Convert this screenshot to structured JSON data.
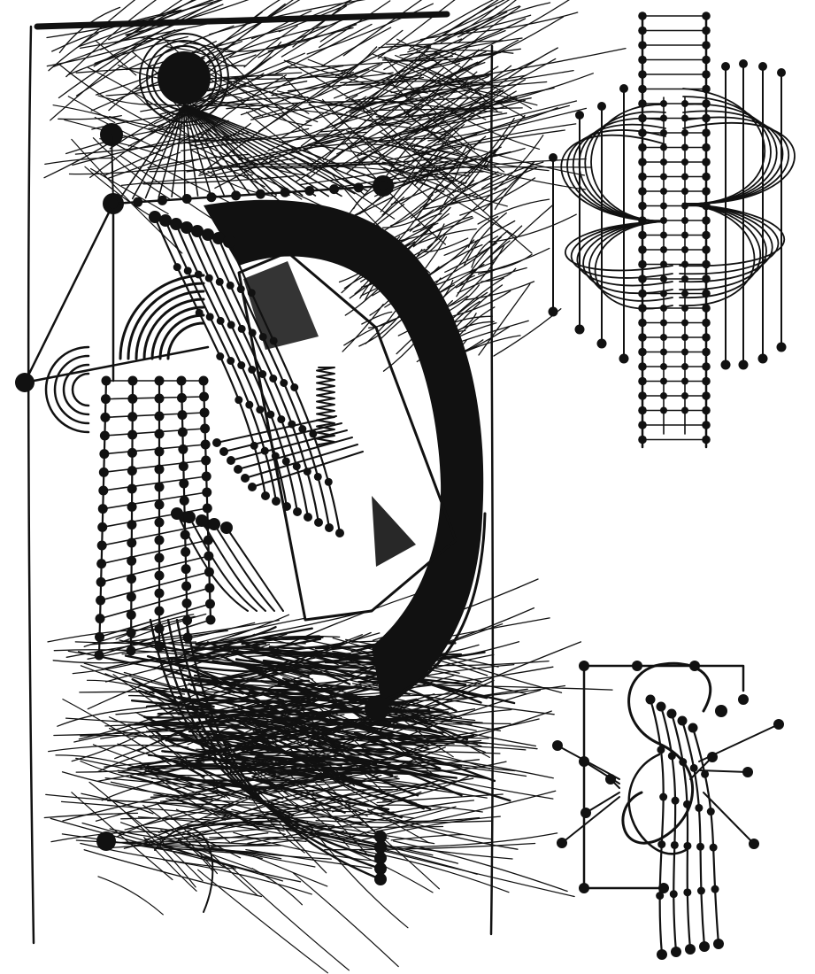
{
  "artwork": {
    "colors": {
      "ink": "#111111",
      "paper": "#ffffff"
    },
    "panels": {
      "main": "abstract-guitar-drawing",
      "upper_right": "dotted-grid-figure-with-loops",
      "lower_right": "s-curve-string-figure"
    }
  }
}
